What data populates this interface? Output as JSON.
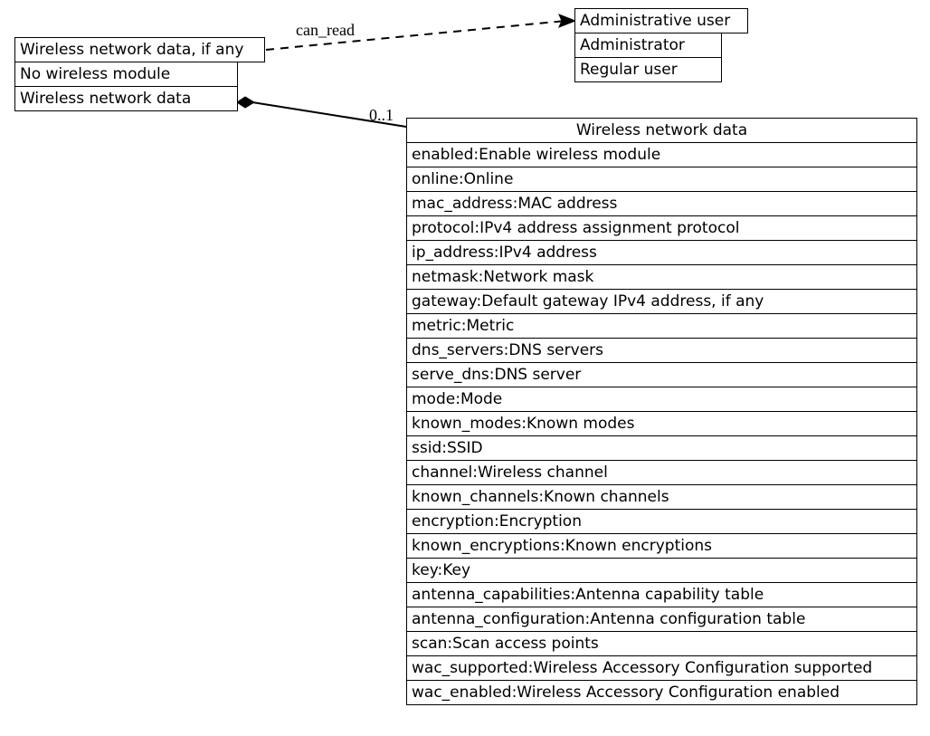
{
  "diagram": {
    "type": "uml-class-diagram",
    "background_color": "#ffffff",
    "line_color": "#000000",
    "text_color": "#000000"
  },
  "enum_wireless_optional": {
    "title": "Wireless network data, if any",
    "members": [
      "No wireless module",
      "Wireless network data"
    ]
  },
  "enum_administrative_user": {
    "title": "Administrative user",
    "members": [
      "Administrator",
      "Regular user"
    ]
  },
  "class_wireless_network_data": {
    "title": "Wireless network data",
    "attributes": [
      "enabled:Enable wireless module",
      "online:Online",
      "mac_address:MAC address",
      "protocol:IPv4 address assignment protocol",
      "ip_address:IPv4 address",
      "netmask:Network mask",
      "gateway:Default gateway IPv4 address, if any",
      "metric:Metric",
      "dns_servers:DNS servers",
      "serve_dns:DNS server",
      "mode:Mode",
      "known_modes:Known modes",
      "ssid:SSID",
      "channel:Wireless channel",
      "known_channels:Known channels",
      "encryption:Encryption",
      "known_encryptions:Known encryptions",
      "key:Key",
      "antenna_capabilities:Antenna capability table",
      "antenna_configuration:Antenna configuration table",
      "scan:Scan access points",
      "wac_supported:Wireless Accessory Configuration supported",
      "wac_enabled:Wireless Accessory Configuration enabled"
    ]
  },
  "edges": [
    {
      "name": "can-read-dependency",
      "label": "can_read",
      "style": "dashed",
      "arrow": "open-arrow",
      "from": "enum_wireless_optional",
      "to": "enum_administrative_user"
    },
    {
      "name": "composition-edge",
      "label": "0..1",
      "style": "solid",
      "arrow": "filled-diamond",
      "from": "enum_wireless_optional",
      "to": "class_wireless_network_data"
    }
  ]
}
